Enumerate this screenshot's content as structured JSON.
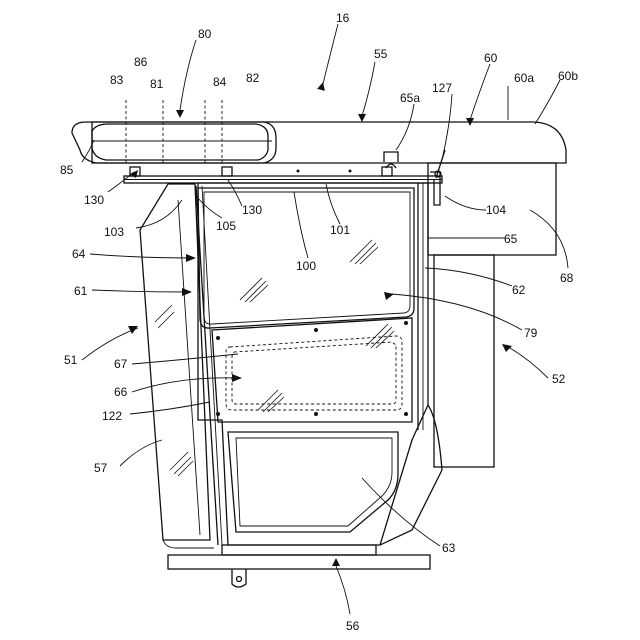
{
  "figure": {
    "labels": {
      "l16": "16",
      "l80": "80",
      "l55": "55",
      "l60": "60",
      "l86": "86",
      "l83": "83",
      "l81": "81",
      "l84": "84",
      "l82": "82",
      "l60a": "60a",
      "l60b": "60b",
      "l127": "127",
      "l65a": "65a",
      "l85": "85",
      "l130a": "130",
      "l130b": "130",
      "l103": "103",
      "l105": "105",
      "l101": "101",
      "l104": "104",
      "l100": "100",
      "l65": "65",
      "l68": "68",
      "l64": "64",
      "l61": "61",
      "l62": "62",
      "l79": "79",
      "l51": "51",
      "l67": "67",
      "l52": "52",
      "l66": "66",
      "l122": "122",
      "l57": "57",
      "l63": "63",
      "l56": "56"
    }
  }
}
